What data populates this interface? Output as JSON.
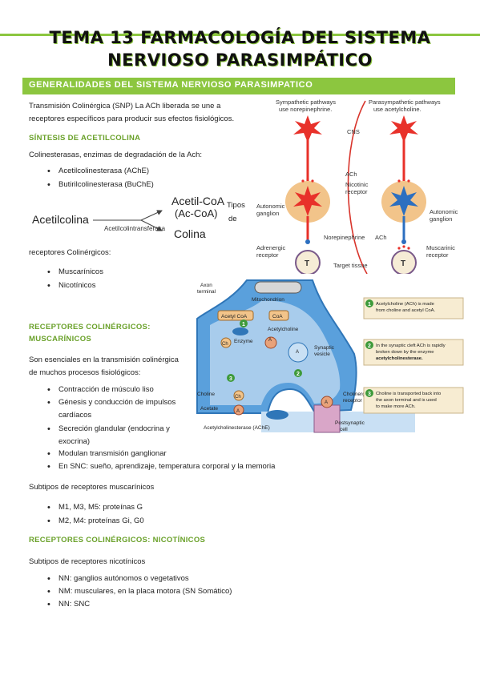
{
  "title": {
    "line1": "TEMA 13 FARMACOLOGÍA DEL SISTEMA",
    "line2": "NERVIOSO PARASIMPÁTICO"
  },
  "banner": "GENERALIDADES DEL SISTEMA NERVIOSO PARASIMPATICO",
  "intro": {
    "line1": "Transmisión Colinérgica (SNP) La ACh liberada se une a",
    "line2": "receptores específicos para producir sus efectos fisiológicos."
  },
  "sintesis": {
    "heading": "SÍNTESIS DE ACETILCOLINA",
    "text": "Colinesterasas, enzimas de degradación de la Ach:",
    "items": [
      "Acetilcolinesterasa (AChE)",
      "Butirilcolinesterasa (BuChE)"
    ]
  },
  "reaction": {
    "substrate": "Acetilcolina",
    "enzyme": "Acetilcolintransferasa",
    "product1": "Acetil-CoA",
    "product1b": "(Ac-CoA)",
    "product2": "Colina",
    "tipos_1": "Tipos",
    "tipos_2": "de"
  },
  "receptores": {
    "text": "receptores Colinérgicos:",
    "items": [
      "Muscarínicos",
      "Nicotínicos"
    ]
  },
  "muscarinicos": {
    "heading1": "RECEPTORES COLINÉRGICOS:",
    "heading2": "MUSCARÍNICOS",
    "text1": "Son esenciales en la transmisión colinérgica",
    "text2": "de muchos procesos fisiológicos:",
    "items": [
      "Contracción de músculo liso",
      "Génesis y conducción de impulsos",
      "cardíacos",
      "Secreción glandular (endocrina y",
      "exocrina)",
      "Modulan transmisión ganglionar",
      "En SNC: sueño, aprendizaje, temperatura corporal y la memoria"
    ],
    "subtipos_text": "Subtipos de receptores muscarínicos",
    "subtipos": [
      "M1, M3, M5: proteínas G",
      "M2, M4: proteínas Gi, G0"
    ]
  },
  "nicotinicos": {
    "heading": "RECEPTORES COLINÉRGICOS: NICOTÍNICOS",
    "subtipos_text": "Subtipos de receptores nicotínicos",
    "items": [
      "NN: ganglios autónomos o vegetativos",
      "NM: musculares, en la placa motora (SN Somático)",
      "NN: SNC"
    ]
  },
  "figure1": {
    "left_head1": "Sympathetic pathways",
    "left_head2": "use norepinephrine.",
    "right_head1": "Parasympathetic pathways",
    "right_head2": "use acetylcholine.",
    "cns": "CNS",
    "ach": "ACh",
    "nicotinic1": "Nicotinic",
    "nicotinic2": "receptor",
    "auto_l1": "Autonomic",
    "auto_l2": "ganglion",
    "auto_r1": "Autonomic",
    "auto_r2": "ganglion",
    "norepi": "Norepinephrine",
    "ach2": "ACh",
    "adren1": "Adrenergic",
    "adren2": "receptor",
    "musc1": "Muscarinic",
    "musc2": "receptor",
    "target": "Target tissue",
    "t": "T",
    "colors": {
      "neuron": "#e8312a",
      "ganglion": "#f2c48a",
      "parasym_axon": "#2c6fc0",
      "nerve": "#d8342b"
    }
  },
  "figure2": {
    "axon1": "Axon",
    "axon2": "terminal",
    "mito": "Mitochondrion",
    "acetylcoa": "Acetyl CoA",
    "coa": "CoA",
    "acetylcholine": "Acetylcholine",
    "enzyme": "Enzyme",
    "synaptic1": "Synaptic",
    "synaptic2": "vesicle",
    "choline": "Choline",
    "acetate": "Acetate",
    "ache": "Acetylcholinesterase (AChE)",
    "chol_rec1": "Cholinergic",
    "chol_rec2": "receptor",
    "post1": "Postsynaptic",
    "post2": "cell",
    "ch": "Ch",
    "a": "A",
    "n1": "1",
    "n2": "2",
    "n3": "3",
    "box1_a": "Acetylcholine (ACh) is made",
    "box1_b": "from choline and acetyl CoA.",
    "box2_a": "In the synaptic cleft ACh is rapidly",
    "box2_b": "broken down by the enzyme",
    "box2_c": "acetylcholinesterase.",
    "box3_a": "Choline is transported back into",
    "box3_b": "the axon terminal and is used",
    "box3_c": "to make more ACh.",
    "colors": {
      "terminal": "#5aa0dc",
      "terminal_dark": "#2f76b8",
      "cleft": "#c9e0f4",
      "box": "#f7ecd2",
      "num": "#3e9a3a"
    }
  }
}
